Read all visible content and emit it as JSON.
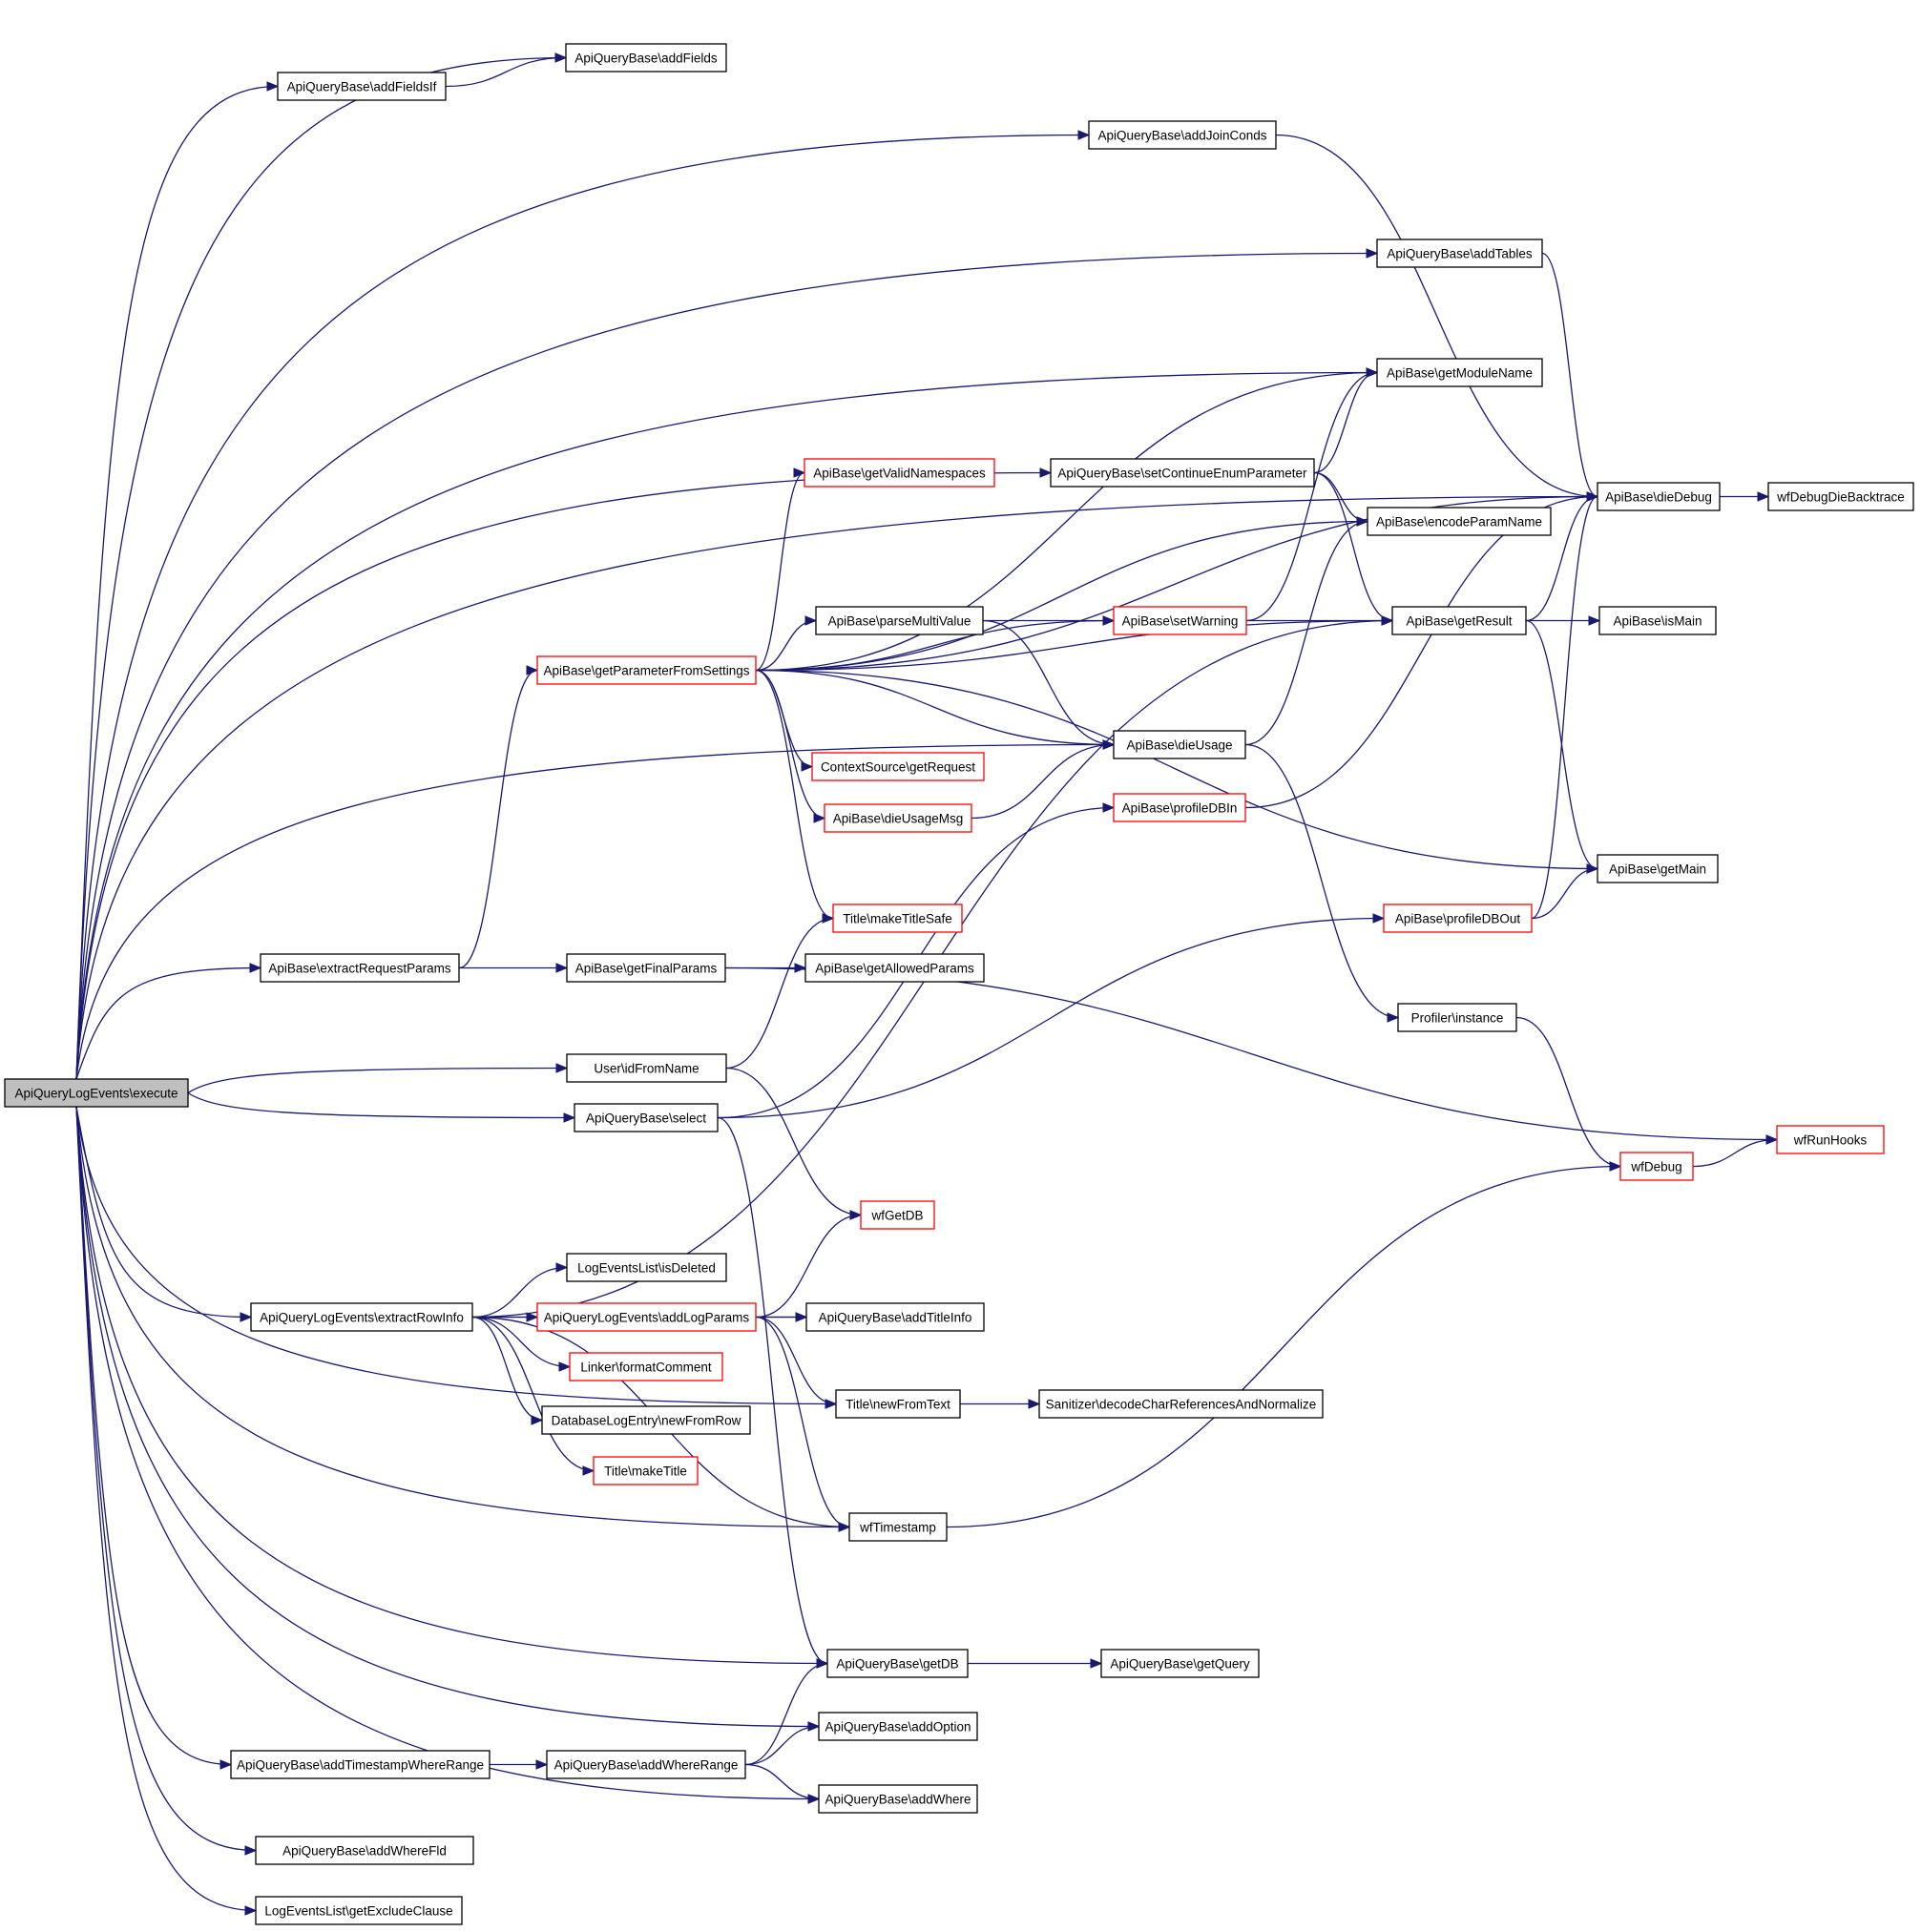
{
  "colors": {
    "edge": "#191970",
    "border": "#000000",
    "border_red": "#ff0000",
    "root_fill": "#bfbfbf"
  },
  "nodes": [
    {
      "id": "root",
      "label": "ApiQueryLogEvents\\execute",
      "style": "root"
    },
    {
      "id": "addFieldsIf",
      "label": "ApiQueryBase\\addFieldsIf",
      "style": "normal"
    },
    {
      "id": "addFields",
      "label": "ApiQueryBase\\addFields",
      "style": "normal"
    },
    {
      "id": "addJoinConds",
      "label": "ApiQueryBase\\addJoinConds",
      "style": "normal"
    },
    {
      "id": "addTables",
      "label": "ApiQueryBase\\addTables",
      "style": "normal"
    },
    {
      "id": "getModuleName",
      "label": "ApiBase\\getModuleName",
      "style": "normal"
    },
    {
      "id": "getValidNamespaces",
      "label": "ApiBase\\getValidNamespaces",
      "style": "red"
    },
    {
      "id": "setContinueEnumParameter",
      "label": "ApiQueryBase\\setContinueEnumParameter",
      "style": "normal"
    },
    {
      "id": "dieDebug",
      "label": "ApiBase\\dieDebug",
      "style": "normal"
    },
    {
      "id": "wfDebugDieBacktrace",
      "label": "wfDebugDieBacktrace",
      "style": "normal"
    },
    {
      "id": "encodeParamName",
      "label": "ApiBase\\encodeParamName",
      "style": "normal"
    },
    {
      "id": "parseMultiValue",
      "label": "ApiBase\\parseMultiValue",
      "style": "normal"
    },
    {
      "id": "setWarning",
      "label": "ApiBase\\setWarning",
      "style": "red"
    },
    {
      "id": "getResult",
      "label": "ApiBase\\getResult",
      "style": "normal"
    },
    {
      "id": "isMain",
      "label": "ApiBase\\isMain",
      "style": "normal"
    },
    {
      "id": "getParameterFromSettings",
      "label": "ApiBase\\getParameterFromSettings",
      "style": "red"
    },
    {
      "id": "dieUsage",
      "label": "ApiBase\\dieUsage",
      "style": "normal"
    },
    {
      "id": "getRequest",
      "label": "ContextSource\\getRequest",
      "style": "red"
    },
    {
      "id": "profileDBIn",
      "label": "ApiBase\\profileDBIn",
      "style": "red"
    },
    {
      "id": "dieUsageMsg",
      "label": "ApiBase\\dieUsageMsg",
      "style": "red"
    },
    {
      "id": "getMain",
      "label": "ApiBase\\getMain",
      "style": "normal"
    },
    {
      "id": "makeTitleSafe",
      "label": "Title\\makeTitleSafe",
      "style": "red"
    },
    {
      "id": "profileDBOut",
      "label": "ApiBase\\profileDBOut",
      "style": "red"
    },
    {
      "id": "extractRequestParams",
      "label": "ApiBase\\extractRequestParams",
      "style": "normal"
    },
    {
      "id": "getFinalParams",
      "label": "ApiBase\\getFinalParams",
      "style": "normal"
    },
    {
      "id": "getAllowedParams",
      "label": "ApiBase\\getAllowedParams",
      "style": "normal"
    },
    {
      "id": "profilerInstance",
      "label": "Profiler\\instance",
      "style": "normal"
    },
    {
      "id": "idFromName",
      "label": "User\\idFromName",
      "style": "normal"
    },
    {
      "id": "select",
      "label": "ApiQueryBase\\select",
      "style": "normal"
    },
    {
      "id": "wfRunHooks",
      "label": "wfRunHooks",
      "style": "red"
    },
    {
      "id": "wfDebug",
      "label": "wfDebug",
      "style": "red"
    },
    {
      "id": "wfGetDB",
      "label": "wfGetDB",
      "style": "red"
    },
    {
      "id": "isDeleted",
      "label": "LogEventsList\\isDeleted",
      "style": "normal"
    },
    {
      "id": "extractRowInfo",
      "label": "ApiQueryLogEvents\\extractRowInfo",
      "style": "normal"
    },
    {
      "id": "addLogParams",
      "label": "ApiQueryLogEvents\\addLogParams",
      "style": "red"
    },
    {
      "id": "addTitleInfo",
      "label": "ApiQueryBase\\addTitleInfo",
      "style": "normal"
    },
    {
      "id": "formatComment",
      "label": "Linker\\formatComment",
      "style": "red"
    },
    {
      "id": "newFromText",
      "label": "Title\\newFromText",
      "style": "normal"
    },
    {
      "id": "decodeChar",
      "label": "Sanitizer\\decodeCharReferencesAndNormalize",
      "style": "normal"
    },
    {
      "id": "newFromRow",
      "label": "DatabaseLogEntry\\newFromRow",
      "style": "normal"
    },
    {
      "id": "makeTitle",
      "label": "Title\\makeTitle",
      "style": "red"
    },
    {
      "id": "wfTimestamp",
      "label": "wfTimestamp",
      "style": "normal"
    },
    {
      "id": "getDB",
      "label": "ApiQueryBase\\getDB",
      "style": "normal"
    },
    {
      "id": "getQuery",
      "label": "ApiQueryBase\\getQuery",
      "style": "normal"
    },
    {
      "id": "addOption",
      "label": "ApiQueryBase\\addOption",
      "style": "normal"
    },
    {
      "id": "addTimestampWhereRange",
      "label": "ApiQueryBase\\addTimestampWhereRange",
      "style": "normal"
    },
    {
      "id": "addWhereRange",
      "label": "ApiQueryBase\\addWhereRange",
      "style": "normal"
    },
    {
      "id": "addWhere",
      "label": "ApiQueryBase\\addWhere",
      "style": "normal"
    },
    {
      "id": "addWhereFld",
      "label": "ApiQueryBase\\addWhereFld",
      "style": "normal"
    },
    {
      "id": "getExcludeClause",
      "label": "LogEventsList\\getExcludeClause",
      "style": "normal"
    }
  ],
  "edges": [
    [
      "root",
      "addFields"
    ],
    [
      "root",
      "addFieldsIf"
    ],
    [
      "root",
      "addJoinConds"
    ],
    [
      "root",
      "addTables"
    ],
    [
      "root",
      "getModuleName"
    ],
    [
      "root",
      "setContinueEnumParameter"
    ],
    [
      "root",
      "dieDebug"
    ],
    [
      "root",
      "extractRequestParams"
    ],
    [
      "root",
      "dieUsage"
    ],
    [
      "root",
      "idFromName"
    ],
    [
      "root",
      "select"
    ],
    [
      "root",
      "extractRowInfo"
    ],
    [
      "root",
      "newFromText"
    ],
    [
      "root",
      "wfTimestamp"
    ],
    [
      "root",
      "getDB"
    ],
    [
      "root",
      "addOption"
    ],
    [
      "root",
      "addTimestampWhereRange"
    ],
    [
      "root",
      "addWhere"
    ],
    [
      "root",
      "addWhereFld"
    ],
    [
      "root",
      "getExcludeClause"
    ],
    [
      "addFieldsIf",
      "addFields"
    ],
    [
      "addJoinConds",
      "dieDebug"
    ],
    [
      "addTables",
      "dieDebug"
    ],
    [
      "setContinueEnumParameter",
      "getModuleName"
    ],
    [
      "setContinueEnumParameter",
      "encodeParamName"
    ],
    [
      "setContinueEnumParameter",
      "getResult"
    ],
    [
      "dieDebug",
      "wfDebugDieBacktrace"
    ],
    [
      "getParameterFromSettings",
      "getModuleName"
    ],
    [
      "getParameterFromSettings",
      "getValidNamespaces"
    ],
    [
      "getParameterFromSettings",
      "encodeParamName"
    ],
    [
      "getParameterFromSettings",
      "setWarning"
    ],
    [
      "getParameterFromSettings",
      "parseMultiValue"
    ],
    [
      "getParameterFromSettings",
      "getResult"
    ],
    [
      "getParameterFromSettings",
      "dieUsage"
    ],
    [
      "getParameterFromSettings",
      "getRequest"
    ],
    [
      "getParameterFromSettings",
      "dieUsageMsg"
    ],
    [
      "getParameterFromSettings",
      "makeTitleSafe"
    ],
    [
      "getParameterFromSettings",
      "getMain"
    ],
    [
      "getParameterFromSettings",
      "dieDebug"
    ],
    [
      "parseMultiValue",
      "setWarning"
    ],
    [
      "parseMultiValue",
      "dieUsage"
    ],
    [
      "setWarning",
      "getModuleName"
    ],
    [
      "setWarning",
      "getResult"
    ],
    [
      "getResult",
      "dieDebug"
    ],
    [
      "getResult",
      "isMain"
    ],
    [
      "getResult",
      "getMain"
    ],
    [
      "dieUsage",
      "encodeParamName"
    ],
    [
      "dieUsage",
      "profilerInstance"
    ],
    [
      "dieUsageMsg",
      "dieUsage"
    ],
    [
      "profileDBIn",
      "dieDebug"
    ],
    [
      "profileDBOut",
      "dieDebug"
    ],
    [
      "profileDBOut",
      "getMain"
    ],
    [
      "extractRequestParams",
      "getParameterFromSettings"
    ],
    [
      "extractRequestParams",
      "getFinalParams"
    ],
    [
      "getFinalParams",
      "getAllowedParams"
    ],
    [
      "getFinalParams",
      "wfRunHooks"
    ],
    [
      "profilerInstance",
      "wfDebug"
    ],
    [
      "wfDebug",
      "wfRunHooks"
    ],
    [
      "idFromName",
      "makeTitleSafe"
    ],
    [
      "idFromName",
      "wfGetDB"
    ],
    [
      "select",
      "profileDBIn"
    ],
    [
      "select",
      "profileDBOut"
    ],
    [
      "select",
      "getDB"
    ],
    [
      "extractRowInfo",
      "getResult"
    ],
    [
      "extractRowInfo",
      "isDeleted"
    ],
    [
      "extractRowInfo",
      "addLogParams"
    ],
    [
      "extractRowInfo",
      "addTitleInfo"
    ],
    [
      "extractRowInfo",
      "formatComment"
    ],
    [
      "extractRowInfo",
      "newFromRow"
    ],
    [
      "extractRowInfo",
      "makeTitle"
    ],
    [
      "extractRowInfo",
      "wfTimestamp"
    ],
    [
      "addLogParams",
      "wfGetDB"
    ],
    [
      "addLogParams",
      "addTitleInfo"
    ],
    [
      "addLogParams",
      "newFromText"
    ],
    [
      "addLogParams",
      "wfTimestamp"
    ],
    [
      "newFromText",
      "decodeChar"
    ],
    [
      "wfTimestamp",
      "wfDebug"
    ],
    [
      "getDB",
      "getQuery"
    ],
    [
      "addTimestampWhereRange",
      "addWhereRange"
    ],
    [
      "addWhereRange",
      "getDB"
    ],
    [
      "addWhereRange",
      "addOption"
    ],
    [
      "addWhereRange",
      "addWhere"
    ]
  ]
}
